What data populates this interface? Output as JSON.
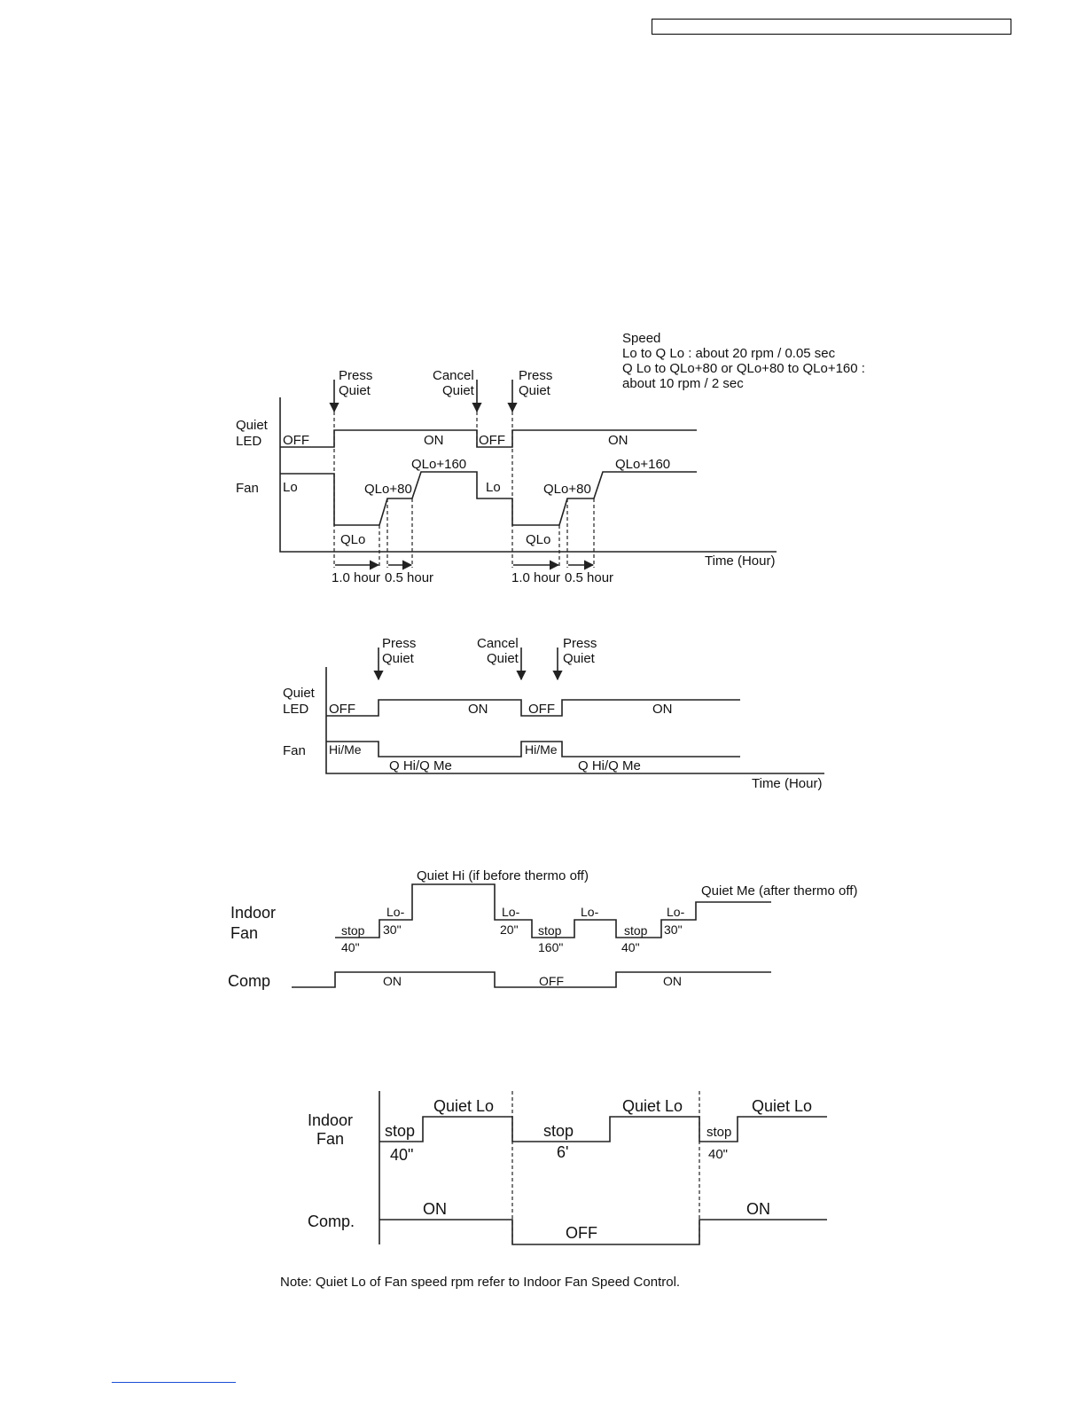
{
  "d1": {
    "speed": [
      "Speed",
      "Lo to Q Lo : about 20 rpm / 0.05 sec",
      "Q Lo to QLo+80 or QLo+80 to QLo+160 :",
      "about 10 rpm / 2 sec"
    ],
    "press1": [
      "Press",
      "Quiet"
    ],
    "cancel": [
      "Cancel",
      "Quiet"
    ],
    "press2": [
      "Press",
      "Quiet"
    ],
    "row_led": [
      "Quiet",
      "LED"
    ],
    "row_fan": "Fan",
    "off1": "OFF",
    "on1": "ON",
    "off2": "OFF",
    "on2": "ON",
    "lo1": "Lo",
    "lo2": "Lo",
    "qlo1": "QLo",
    "qlo2": "QLo",
    "qlo80_1": "QLo+80",
    "qlo80_2": "QLo+80",
    "qlo160_1": "QLo+160",
    "qlo160_2": "QLo+160",
    "time": "Time (Hour)",
    "h1a": "1.0 hour",
    "h1b": "0.5 hour",
    "h2a": "1.0 hour",
    "h2b": "0.5 hour"
  },
  "d2": {
    "press1": [
      "Press",
      "Quiet"
    ],
    "cancel": [
      "Cancel",
      "Quiet"
    ],
    "press2": [
      "Press",
      "Quiet"
    ],
    "row_led": [
      "Quiet",
      "LED"
    ],
    "row_fan": "Fan",
    "off1": "OFF",
    "on1": "ON",
    "off2": "OFF",
    "on2": "ON",
    "hime1": "Hi/Me",
    "hime2": "Hi/Me",
    "qhime1": "Q Hi/Q Me",
    "qhime2": "Q Hi/Q Me",
    "time": "Time (Hour)"
  },
  "d3": {
    "row_fan": [
      "Indoor",
      "Fan"
    ],
    "row_comp": "Comp",
    "quiet_hi": "Quiet Hi (if before thermo off)",
    "quiet_me": "Quiet Me (after thermo off)",
    "stop1": "stop",
    "t40a": "40\"",
    "lo1": "Lo-",
    "t30a": "30\"",
    "lo2": "Lo-",
    "t20": "20\"",
    "stop2": "stop",
    "t160": "160\"",
    "lo3": "Lo-",
    "stop3": "stop",
    "t40b": "40\"",
    "lo4": "Lo-",
    "t30b": "30\"",
    "on1": "ON",
    "off1": "OFF",
    "on2": "ON"
  },
  "d4": {
    "row_fan": [
      "Indoor",
      "Fan"
    ],
    "row_comp": "Comp.",
    "ql1": "Quiet Lo",
    "ql2": "Quiet Lo",
    "ql3": "Quiet Lo",
    "stop1": "stop",
    "t40a": "40\"",
    "stop2": "stop",
    "t6": "6'",
    "stop3": "stop",
    "t40b": "40\"",
    "on1": "ON",
    "off1": "OFF",
    "on2": "ON"
  },
  "note": "Note: Quiet Lo of Fan speed rpm refer to Indoor Fan Speed Control."
}
